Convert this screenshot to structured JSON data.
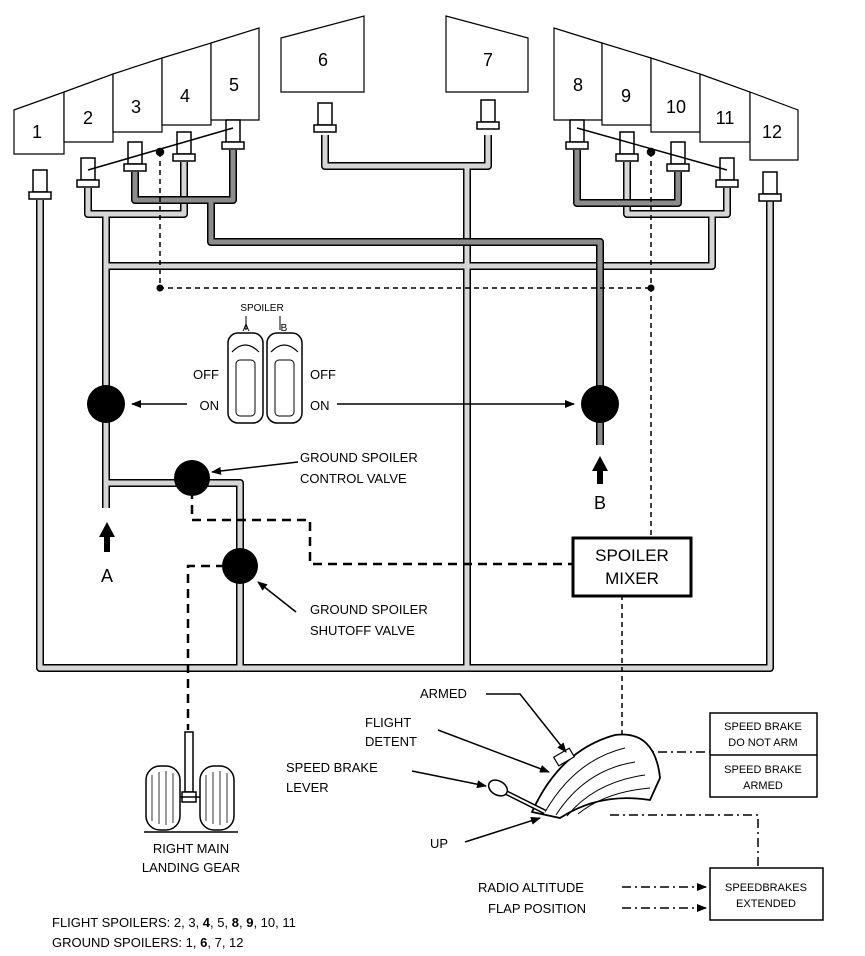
{
  "panels": [
    {
      "label": "1"
    },
    {
      "label": "2"
    },
    {
      "label": "3"
    },
    {
      "label": "4"
    },
    {
      "label": "5"
    },
    {
      "label": "6"
    },
    {
      "label": "7"
    },
    {
      "label": "8"
    },
    {
      "label": "9"
    },
    {
      "label": "10"
    },
    {
      "label": "11"
    },
    {
      "label": "12"
    }
  ],
  "switch_panel": {
    "title": "SPOILER",
    "a": "A",
    "b": "B",
    "off_left": "OFF",
    "on_left": "ON",
    "off_right": "OFF",
    "on_right": "ON"
  },
  "valves": {
    "control_line1": "GROUND SPOILER",
    "control_line2": "CONTROL VALVE",
    "shutoff_line1": "GROUND SPOILER",
    "shutoff_line2": "SHUTOFF VALVE"
  },
  "systems": {
    "a": "A",
    "b": "B"
  },
  "mixer": {
    "line1": "SPOILER",
    "line2": "MIXER"
  },
  "gear": {
    "line1": "RIGHT MAIN",
    "line2": "LANDING GEAR"
  },
  "lever": {
    "armed": "ARMED",
    "flight_line1": "FLIGHT",
    "flight_line2": "DETENT",
    "speed_line1": "SPEED BRAKE",
    "speed_line2": "LEVER",
    "up": "UP"
  },
  "indicators": {
    "do_not_arm_line1": "SPEED BRAKE",
    "do_not_arm_line2": "DO NOT ARM",
    "armed_line1": "SPEED BRAKE",
    "armed_line2": "ARMED",
    "extended_line1": "SPEEDBRAKES",
    "extended_line2": "EXTENDED"
  },
  "inputs": {
    "radio_altitude": "RADIO ALTITUDE",
    "flap_position": "FLAP POSITION"
  },
  "legend": {
    "flight_prefix": "FLIGHT SPOILERS:",
    "flight_list": [
      {
        "n": "2",
        "bold": false
      },
      {
        "n": "3",
        "bold": false
      },
      {
        "n": "4",
        "bold": true
      },
      {
        "n": "5",
        "bold": false
      },
      {
        "n": "8",
        "bold": true
      },
      {
        "n": "9",
        "bold": true
      },
      {
        "n": "10",
        "bold": false
      },
      {
        "n": "11",
        "bold": false
      }
    ],
    "ground_prefix": "GROUND SPOILERS:",
    "ground_list": [
      {
        "n": "1",
        "bold": false
      },
      {
        "n": "6",
        "bold": true
      },
      {
        "n": "7",
        "bold": false
      },
      {
        "n": "12",
        "bold": false
      }
    ]
  }
}
